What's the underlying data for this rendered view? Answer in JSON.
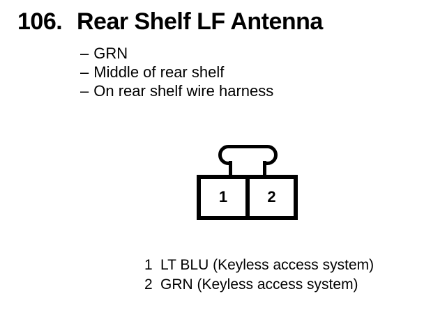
{
  "colors": {
    "ink": "#000000",
    "paper": "#ffffff"
  },
  "header": {
    "number": "106.",
    "title": "Rear Shelf LF Antenna"
  },
  "bullet_char": "–",
  "notes": [
    "GRN",
    "Middle of rear shelf",
    "On rear shelf wire harness"
  ],
  "connector": {
    "pin_labels": [
      "1",
      "2"
    ]
  },
  "legend": [
    {
      "pin": "1",
      "description": "LT BLU (Keyless access system)"
    },
    {
      "pin": "2",
      "description": "GRN (Keyless access system)"
    }
  ]
}
